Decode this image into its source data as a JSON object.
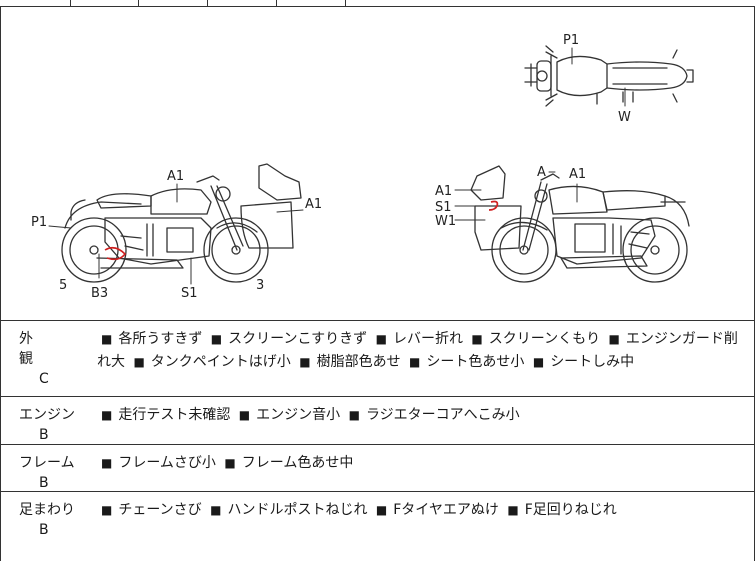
{
  "diagram": {
    "side_left_labels": {
      "a1_top": "A1",
      "a1_right": "A1",
      "p1": "P1",
      "b3": "B3",
      "s1": "S1",
      "n5": "5",
      "n3": "3"
    },
    "side_right_labels": {
      "a": "A",
      "a1_top": "A1",
      "a1_left": "A1",
      "s1": "S1",
      "w1": "W1"
    },
    "top_view_labels": {
      "p1": "P1",
      "w": "W"
    },
    "mark_color": "#d02020"
  },
  "rows": {
    "appearance": {
      "name": "外　観",
      "grade": "C",
      "items": [
        "各所うすきず",
        "スクリーンこすりきず",
        "レバー折れ",
        "スクリーンくもり",
        "エンジンガード削れ大",
        "タンクペイントはげ小",
        "樹脂部色あせ",
        "シート色あせ小",
        "シートしみ中"
      ]
    },
    "engine": {
      "name": "エンジン",
      "grade": "B",
      "items": [
        "走行テスト未確認",
        "エンジン音小",
        "ラジエターコアへこみ小"
      ]
    },
    "frame": {
      "name": "フレーム",
      "grade": "B",
      "items": [
        "フレームさび小",
        "フレーム色あせ中"
      ]
    },
    "suspension": {
      "name": "足まわり",
      "grade": "B",
      "items": [
        "チェーンさび",
        "ハンドルポストねじれ",
        "Fタイヤエアぬけ",
        "F足回りねじれ"
      ]
    }
  }
}
